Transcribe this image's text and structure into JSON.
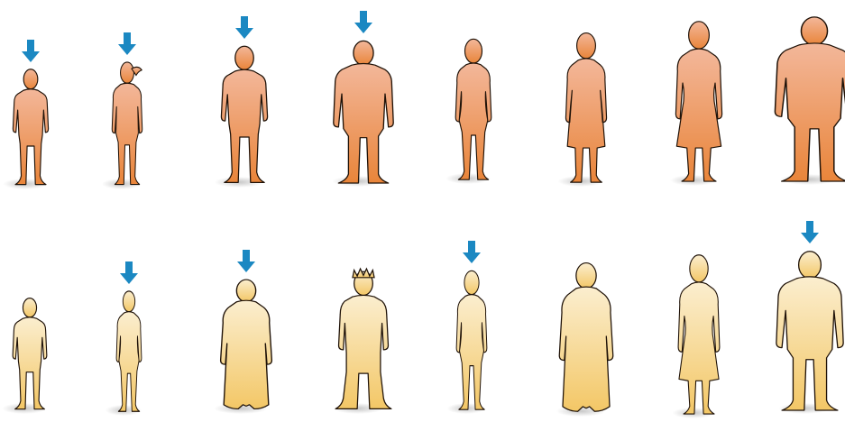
{
  "colors": {
    "background": "#ffffff",
    "orange_top": "#f3b79a",
    "orange_bottom": "#e9853a",
    "yellow_top": "#fbeecf",
    "yellow_bottom": "#f3c766",
    "arrow": "#1b88c2",
    "outline": "#1f1208",
    "shadow": "#b8b8b8"
  },
  "icons": {
    "figure": "person-silhouette-icon",
    "marker": "down-arrow-icon"
  },
  "rows": [
    {
      "name": "orange-row",
      "palette": "orange",
      "figures": [
        {
          "id": "child-boy",
          "marked": true
        },
        {
          "id": "girl-ponytail",
          "marked": true
        },
        {
          "id": "boy-shorts",
          "marked": true
        },
        {
          "id": "teen-boy",
          "marked": true
        },
        {
          "id": "woman-long-hair",
          "marked": false
        },
        {
          "id": "woman-skirt",
          "marked": false
        },
        {
          "id": "woman-dress",
          "marked": false
        },
        {
          "id": "large-man",
          "marked": false
        }
      ]
    },
    {
      "name": "yellow-row",
      "palette": "yellow",
      "figures": [
        {
          "id": "small-boy",
          "marked": false
        },
        {
          "id": "slim-woman",
          "marked": true
        },
        {
          "id": "woman-robe",
          "marked": true
        },
        {
          "id": "spiky-hair-boy",
          "marked": false
        },
        {
          "id": "long-hair-woman",
          "marked": true
        },
        {
          "id": "elder-long-dress",
          "marked": false
        },
        {
          "id": "curly-hair-woman",
          "marked": false
        },
        {
          "id": "man-standing",
          "marked": true
        }
      ]
    }
  ]
}
